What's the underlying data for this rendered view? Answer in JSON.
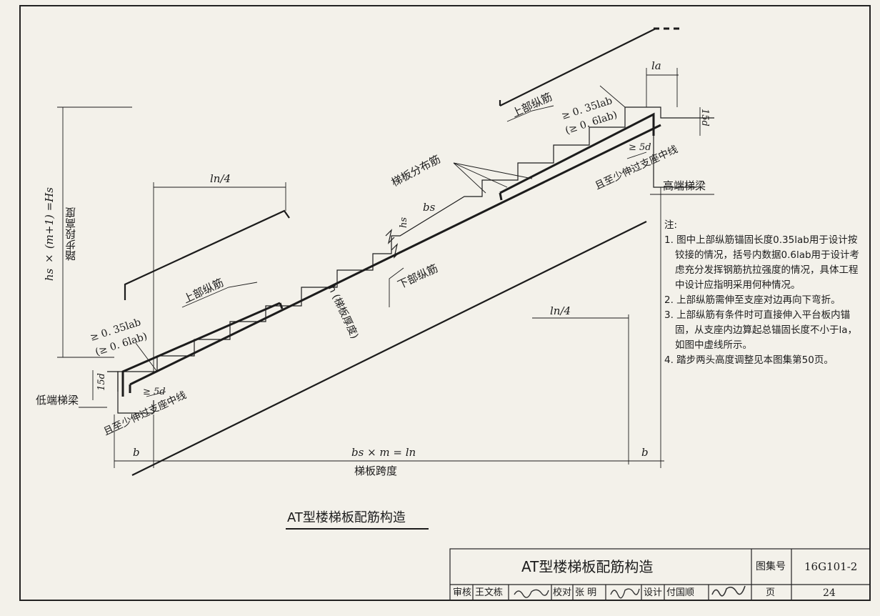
{
  "drawing": {
    "caption": "AT型楼梯板配筋构造",
    "low_beam": "低端梯梁",
    "high_beam": "高端梯梁",
    "upper_rebar_left": "上部纵筋",
    "upper_rebar_right": "上部纵筋",
    "lower_rebar": "下部纵筋",
    "distribution_rebar": "梯板分布筋",
    "slab_thickness": "h (梯板厚度)",
    "span_label": "梯板跨度",
    "span_formula": "bs × m = ln",
    "support_width_left": "b",
    "support_width_right": "b",
    "ln4_left": "ln/4",
    "ln4_right": "ln/4",
    "la_top": "la",
    "step_height": "hs",
    "step_width": "bs",
    "rise_formula": "hs × (m+1) =Hs",
    "rise_label": "踏步段高度",
    "anchor_left_1": "≥ 0. 35lab",
    "anchor_left_2": "(≥ 0. 6lab)",
    "anchor_right_1": "≥ 0. 35lab",
    "anchor_right_2": "(≥ 0. 6lab)",
    "hook_left": "15d",
    "hook_right": "15d",
    "min5d_left": "≥ 5d",
    "min5d_right": "≥ 5d",
    "pass_center_left": "且至少伸过支座中线",
    "pass_center_right": "且至少伸过支座中线"
  },
  "notes": {
    "title": "注:",
    "items": [
      "1. 图中上部纵筋锚固长度0.35lab用于设计按铰接的情况，括号内数据0.6lab用于设计考虑充分发挥钢筋抗拉强度的情况，具体工程中设计应指明采用何种情况。",
      "2. 上部纵筋需伸至支座对边再向下弯折。",
      "3. 上部纵筋有条件时可直接伸入平台板内锚固，从支座内边算起总锚固长度不小于la，如图中虚线所示。",
      "4. 踏步两头高度调整见本图集第50页。"
    ]
  },
  "title_block": {
    "title": "AT型楼梯板配筋构造",
    "atlas_no_label": "图集号",
    "atlas_no": "16G101-2",
    "reviewer_label": "审核",
    "reviewer": "王文栋",
    "checker_label": "校对",
    "checker": "张  明",
    "designer_label": "设计",
    "designer": "付国顺",
    "page_label": "页",
    "page": "24"
  }
}
